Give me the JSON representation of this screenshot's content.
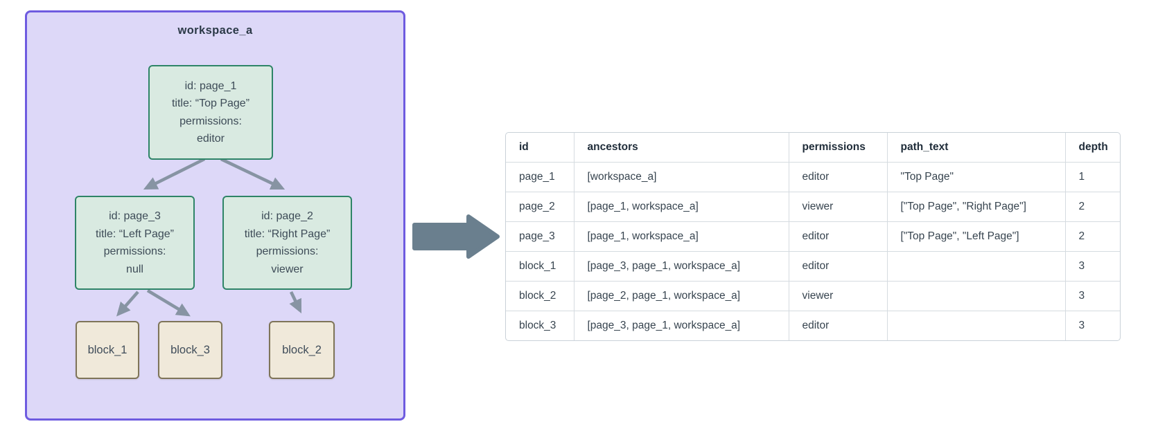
{
  "diagram": {
    "workspace_label": "workspace_a",
    "nodes": {
      "page_1": {
        "lines": [
          "id: page_1",
          "title: “Top Page”",
          "permissions:",
          "editor"
        ]
      },
      "page_3": {
        "lines": [
          "id: page_3",
          "title: “Left Page”",
          "permissions:",
          "null"
        ]
      },
      "page_2": {
        "lines": [
          "id: page_2",
          "title: “Right Page”",
          "permissions:",
          "viewer"
        ]
      }
    },
    "blocks": {
      "block_1": "block_1",
      "block_3": "block_3",
      "block_2": "block_2"
    },
    "edges": [
      "page_1 -> page_3",
      "page_1 -> page_2",
      "page_3 -> block_1",
      "page_3 -> block_3",
      "page_2 -> block_2"
    ]
  },
  "icons": {
    "flow_arrow": "right-arrow"
  },
  "table": {
    "columns": [
      "id",
      "ancestors",
      "permissions",
      "path_text",
      "depth"
    ],
    "rows": [
      [
        "page_1",
        "[workspace_a]",
        "editor",
        "\"Top Page\"",
        "1"
      ],
      [
        "page_2",
        "[page_1, workspace_a]",
        "viewer",
        "[\"Top Page\", \"Right Page\"]",
        "2"
      ],
      [
        "page_3",
        "[page_1, workspace_a]",
        "editor",
        "[\"Top Page\", \"Left Page\"]",
        "2"
      ],
      [
        "block_1",
        "[page_3, page_1, workspace_a]",
        "editor",
        "",
        "3"
      ],
      [
        "block_2",
        "[page_2, page_1, workspace_a]",
        "viewer",
        "",
        "3"
      ],
      [
        "block_3",
        "[page_3, page_1, workspace_a]",
        "editor",
        "",
        "3"
      ]
    ]
  },
  "colors": {
    "workspace_fill": "#ddd8f8",
    "workspace_border": "#6e5be0",
    "page_node_fill": "#d9eae1",
    "page_node_border": "#2e8467",
    "block_fill": "#f0e9da",
    "block_border": "#7e7458",
    "edge": "#8794a3",
    "flow_arrow": "#6a7f8e",
    "table_border": "#c9d1d8"
  }
}
